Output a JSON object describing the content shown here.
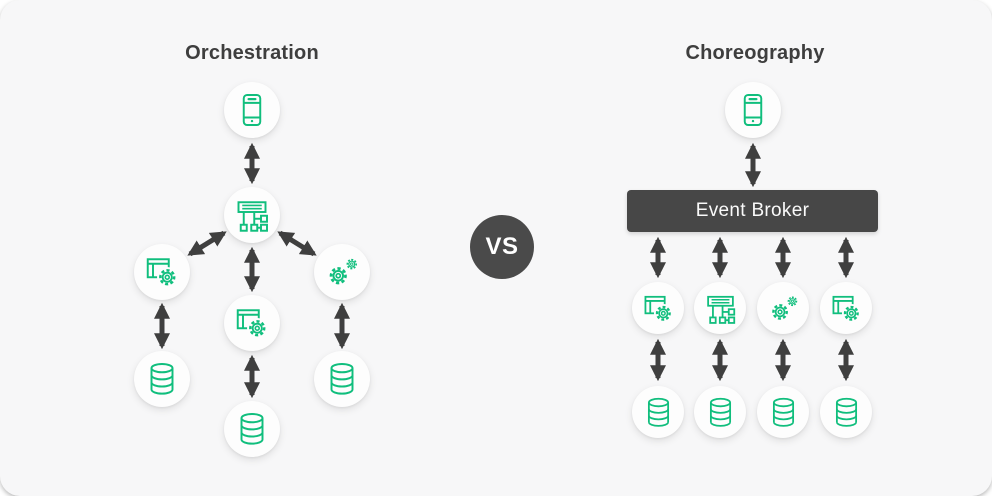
{
  "colors": {
    "panel_background": "#f7f7f8",
    "accent_green": "#10be7d",
    "arrow_dark": "#3f3f3f",
    "vs_badge_background": "#4a4a4a",
    "broker_background": "#474747",
    "title_text": "#3e3e3e"
  },
  "vs_badge": {
    "label": "VS"
  },
  "orchestration": {
    "title": "Orchestration",
    "client_icon": "smartphone-icon",
    "orchestrator_icon": "sitemap-icon",
    "services": [
      {
        "icon": "app-window-gear-icon"
      },
      {
        "icon": "app-window-gear-icon"
      },
      {
        "icon": "gears-icon"
      }
    ],
    "databases": [
      {
        "icon": "database-icon"
      },
      {
        "icon": "database-icon"
      },
      {
        "icon": "database-icon"
      }
    ]
  },
  "choreography": {
    "title": "Choreography",
    "client_icon": "smartphone-icon",
    "broker_label": "Event Broker",
    "services": [
      {
        "icon": "app-window-gear-icon"
      },
      {
        "icon": "sitemap-icon"
      },
      {
        "icon": "gears-icon"
      },
      {
        "icon": "app-window-gear-icon"
      }
    ],
    "databases": [
      {
        "icon": "database-icon"
      },
      {
        "icon": "database-icon"
      },
      {
        "icon": "database-icon"
      },
      {
        "icon": "database-icon"
      }
    ]
  }
}
